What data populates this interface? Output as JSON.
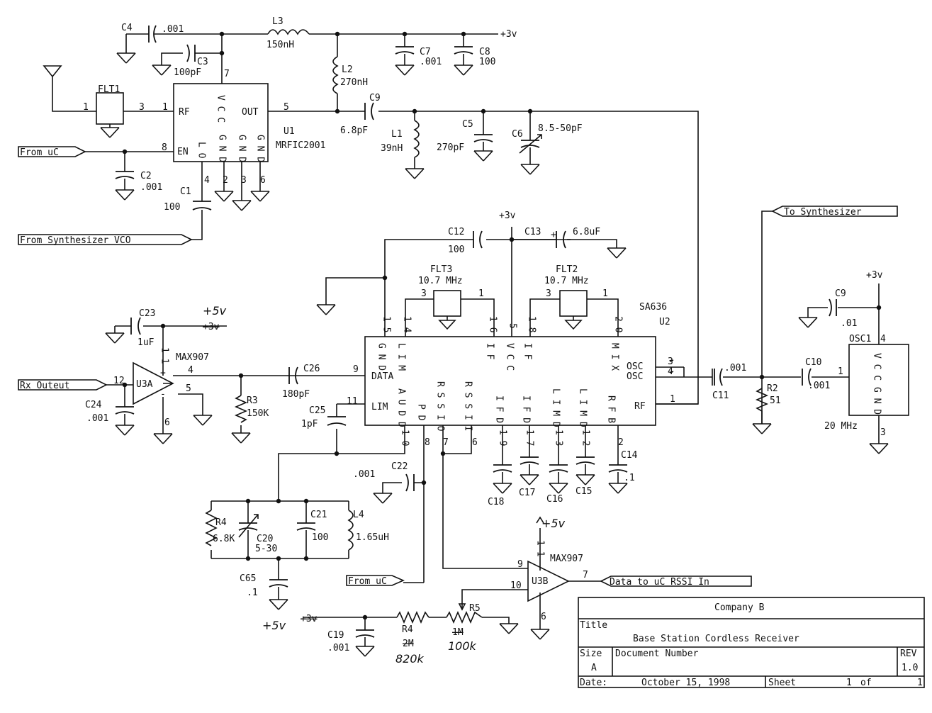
{
  "components": {
    "c4": {
      "ref": "C4",
      "value": ".001"
    },
    "c3": {
      "ref": "C3",
      "value": "100pF"
    },
    "l3": {
      "ref": "L3",
      "value": "150nH"
    },
    "c7": {
      "ref": "C7",
      "value": ".001"
    },
    "c8": {
      "ref": "C8",
      "value": "100"
    },
    "l2": {
      "ref": "L2",
      "value": "270nH"
    },
    "c9a": {
      "ref": "C9",
      "value": "6.8pF"
    },
    "l1": {
      "ref": "L1",
      "value": "39nH"
    },
    "c5": {
      "ref": "C5",
      "value": "270pF"
    },
    "c6": {
      "ref": "C6",
      "value": "8.5-50pF"
    },
    "flt1": {
      "ref": "FLT1"
    },
    "u1": {
      "ref": "U1",
      "part": "MRFIC2001"
    },
    "c2": {
      "ref": "C2",
      "value": ".001"
    },
    "c1": {
      "ref": "C1",
      "value": "100"
    },
    "c12": {
      "ref": "C12",
      "value": "100"
    },
    "c13": {
      "ref": "C13",
      "value": "6.8uF"
    },
    "flt3": {
      "ref": "FLT3",
      "value": "10.7 MHz"
    },
    "flt2": {
      "ref": "FLT2",
      "value": "10.7 MHz"
    },
    "u2": {
      "ref": "U2",
      "part": "SA636"
    },
    "c23": {
      "ref": "C23",
      "value": "1uF"
    },
    "u3a": {
      "ref": "U3A",
      "part": "MAX907"
    },
    "c24": {
      "ref": "C24",
      "value": ".001"
    },
    "c26": {
      "ref": "C26",
      "value": "180pF"
    },
    "r3": {
      "ref": "R3",
      "value": "150K"
    },
    "c25": {
      "ref": "C25",
      "value": "1pF"
    },
    "c9b": {
      "ref": "C9",
      "value": ".01"
    },
    "osc1": {
      "ref": "OSC1",
      "value": "20 MHz"
    },
    "c11": {
      "ref": "C11",
      "value": ".001"
    },
    "c10": {
      "ref": "C10",
      "value": ".001"
    },
    "r2": {
      "ref": "R2",
      "value": "51"
    },
    "c22": {
      "ref": "C22",
      "value": ".001"
    },
    "c14": {
      "ref": "C14",
      "value": ".1"
    },
    "c15": {
      "ref": "C15"
    },
    "c16": {
      "ref": "C16"
    },
    "c17": {
      "ref": "C17"
    },
    "c18": {
      "ref": "C18"
    },
    "r4a": {
      "ref": "R4",
      "value": "6.8K"
    },
    "c20": {
      "ref": "C20",
      "value": "5-30"
    },
    "c21": {
      "ref": "C21",
      "value": "100"
    },
    "l4": {
      "ref": "L4",
      "value": "1.65uH"
    },
    "c65": {
      "ref": "C65",
      "value": ".1"
    },
    "u3b": {
      "ref": "U3B",
      "part": "MAX907"
    },
    "c19": {
      "ref": "C19",
      "value": ".001"
    },
    "r4b": {
      "ref": "R4",
      "value_struck": "2M",
      "value": "820k"
    },
    "r5": {
      "ref": "R5",
      "value_struck": "1M",
      "value": "100k"
    }
  },
  "ports": {
    "from_uc_1": "From uC",
    "from_synth_vco": "From Synthesizer VCO",
    "to_synth": "To Synthesizer",
    "rx_output": "Rx Outeut",
    "from_uc_2": "From uC",
    "data_to_uc": "Data to uC RSSI In"
  },
  "supplies": {
    "p3v": "+3v",
    "p5v": "+5v"
  },
  "u1_pins": {
    "rf": "RF",
    "out": "OUT",
    "en": "EN",
    "vcc": "V C C",
    "lo": "L O",
    "gnd": "G N D",
    "n_rf": "1",
    "n_flt_in": "1",
    "n_flt_out": "3",
    "n_vcc": "7",
    "n_out": "5",
    "n_en": "8",
    "n_lo": "4",
    "n_g2": "2",
    "n_g3": "3",
    "n_g6": "6"
  },
  "u2_pins": {
    "data": "DATA",
    "lim": "LIM",
    "osc": "OSC",
    "rf": "RF",
    "if": "I F",
    "vcc": "V C C",
    "mix": "M I X",
    "gnd": "G N D",
    "lim_v": "L I M",
    "audd": "A U D D",
    "pd": "P D",
    "rssio": "R S S I O",
    "rssii": "R S S I I",
    "ifd": "I F D",
    "limd": "L I M D",
    "rfb": "R F B",
    "n15": "1 5",
    "n14": "1 4",
    "n16": "1 6",
    "n5": "5",
    "n18": "1 8",
    "n20": "2 0",
    "n9": "9",
    "n11": "11",
    "n3": "3",
    "n4": "4",
    "n1": "1",
    "n10": "1 0",
    "n8": "8",
    "n7": "7",
    "n6": "6",
    "n19": "1 9",
    "n17": "1 7",
    "n13": "1 3",
    "n12": "1 2",
    "n2": "2",
    "f3_3": "3",
    "f3_1": "1",
    "f2_3": "3",
    "f2_1": "1"
  },
  "u3_pins": {
    "a_in": "12",
    "a_out": "4",
    "a_ref": "5",
    "a_vcc": "1 1",
    "a_gnd": "6",
    "b_in": "9",
    "b_ref": "10",
    "b_out": "7",
    "b_vcc": "1 1",
    "b_gnd": "6"
  },
  "osc_pins": {
    "vcc": "V C C",
    "gnd": "G N D",
    "n4": "4",
    "n1": "1",
    "n3": "3"
  },
  "title_block": {
    "company": "Company B",
    "title_label": "Title",
    "title": "Base Station Cordless Receiver",
    "size_label": "Size",
    "size": "A",
    "doc_label": "Document Number",
    "rev_label": "REV",
    "rev": "1.0",
    "date_label": "Date:",
    "date": "October 15, 1998",
    "sheet_label": "Sheet",
    "sheet": "1",
    "of_label": "of",
    "of": "1"
  }
}
